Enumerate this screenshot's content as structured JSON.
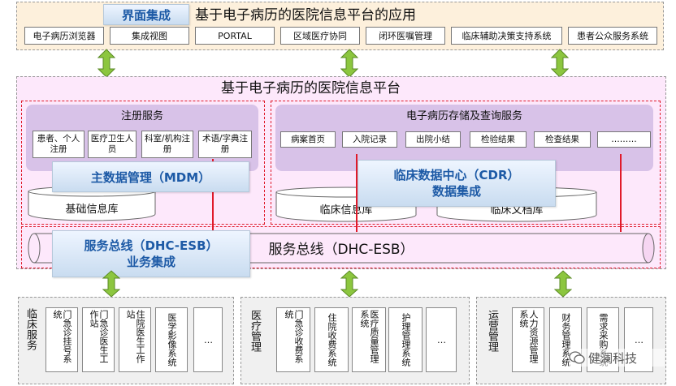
{
  "app_layer": {
    "tag": "界面集成",
    "title": "基于电子病历的医院信息平台的应用",
    "items": [
      "电子病历浏览器",
      "集成视图",
      "PORTAL",
      "区域医疗协同",
      "闭环医嘱管理",
      "临床辅助决策支持系统",
      "患者公众服务系统"
    ]
  },
  "platform": {
    "title": "基于电子病历的医院信息平台",
    "registry": {
      "title": "注册服务",
      "items": [
        "患者、个人注册",
        "医疗卫生人员",
        "科室/机构注册",
        "术语/字典注册"
      ],
      "db": "基础信息库"
    },
    "emr": {
      "title": "电子病历存储及查询服务",
      "items": [
        "病案首页",
        "入院记录",
        "出院小结",
        "检验结果",
        "检查结果",
        "………"
      ],
      "db_clinical": "临床信息库",
      "db_docs": "临床文档库"
    },
    "bus_label": "服务总线（DHC-ESB）"
  },
  "tags": {
    "mdm": "主数据管理（MDM）",
    "cdr_line1": "临床数据中心（CDR）",
    "cdr_line2": "数据集成",
    "esb_line1": "服务总线（DHC-ESB）",
    "esb_line2": "业务集成"
  },
  "bottom": {
    "clinical": {
      "label": "临床服务",
      "items": [
        "门急诊挂号系统",
        "门急诊医生工作站",
        "住院医生工作站",
        "医学影像系统",
        "…"
      ]
    },
    "medical": {
      "label": "医疗管理",
      "items": [
        "门急诊收费系统",
        "住院收费系统",
        "医疗质量管理系统",
        "护理管理系统",
        "…"
      ]
    },
    "operation": {
      "label": "运营管理",
      "items": [
        "人力资源管理系统",
        "财务管理系统",
        "需求采购系统",
        "…"
      ]
    }
  },
  "watermark": "健澜科技",
  "colors": {
    "app_bg": "#fdf0dc",
    "platform_bg": "#fde8fb",
    "service_bg": "#d8c2e8",
    "dash_red": "#e01a2a",
    "arrow_green": "#8cc63f",
    "tag_text": "#1d5aa6"
  }
}
